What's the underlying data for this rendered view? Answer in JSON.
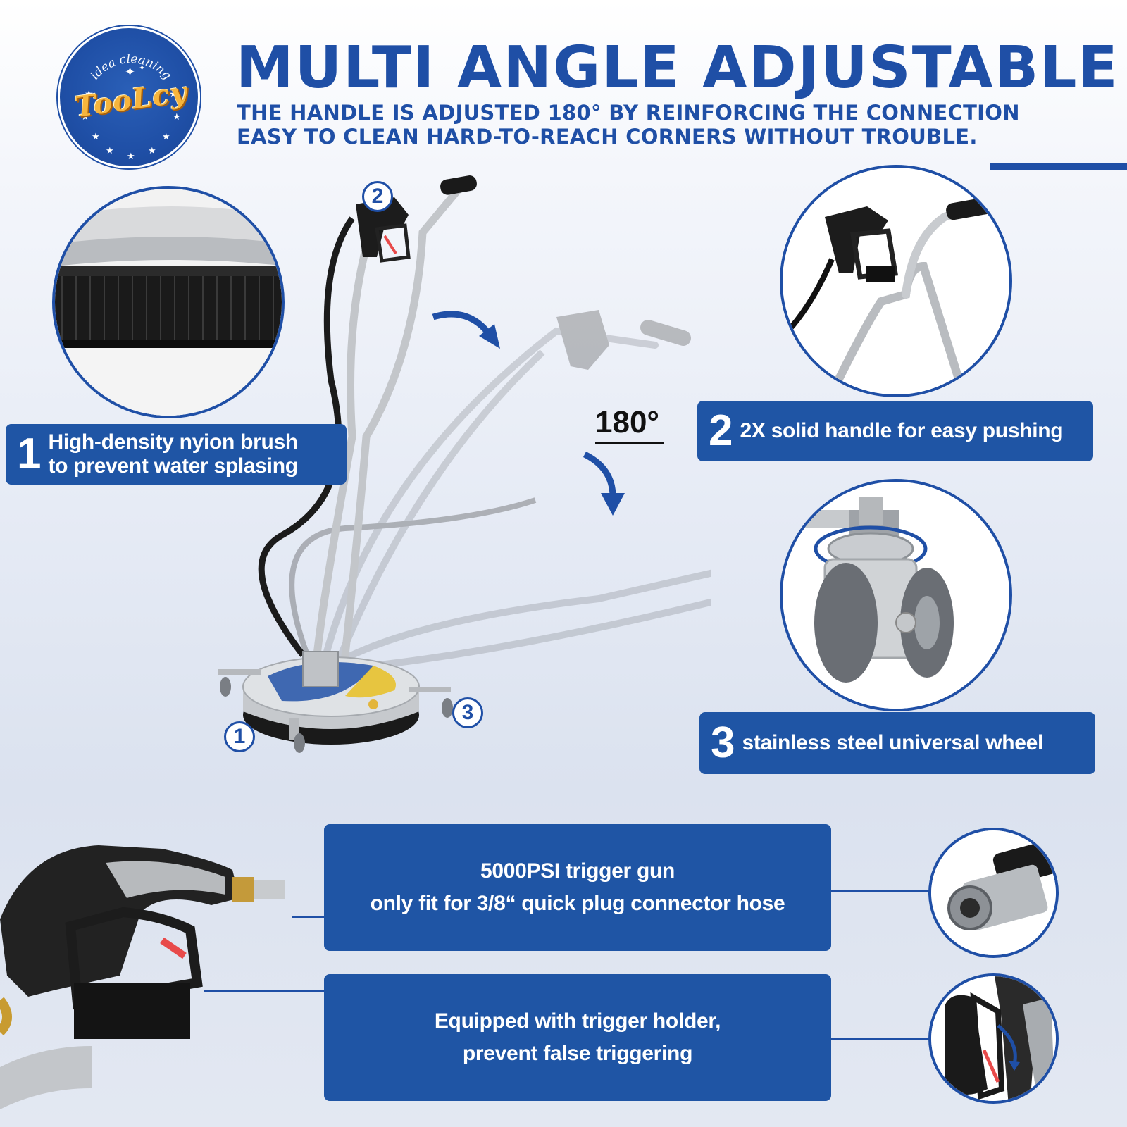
{
  "logo": {
    "top_text": "idea cleaning",
    "brand": "TooLcy"
  },
  "header": {
    "title": "MULTI ANGLE ADJUSTABLE",
    "subtitle_line1": "THE HANDLE IS ADJUSTED 180° BY REINFORCING THE CONNECTION",
    "subtitle_line2": "EASY TO CLEAN HARD-TO-REACH CORNERS WITHOUT TROUBLE."
  },
  "angle_label": "180°",
  "features": [
    {
      "num": "1",
      "line1": "High-density nyion brush",
      "line2": "to prevent water splasing"
    },
    {
      "num": "2",
      "text": "2X solid handle for easy pushing"
    },
    {
      "num": "3",
      "text": "stainless steel universal wheel"
    }
  ],
  "callouts": [
    "1",
    "2",
    "3"
  ],
  "gun_info": {
    "line1": "5000PSI trigger gun",
    "line2": "only fit for 3/8“ quick plug connector hose"
  },
  "holder_info": {
    "line1": "Equipped with trigger holder,",
    "line2": "prevent false triggering"
  },
  "icons": [
    "arrow-curve-icon",
    "rotate-arrow-icon"
  ],
  "colors": {
    "brand_blue": "#1f4fa6",
    "label_blue": "#1f55a5",
    "logo_gold": "#f6b53d"
  }
}
